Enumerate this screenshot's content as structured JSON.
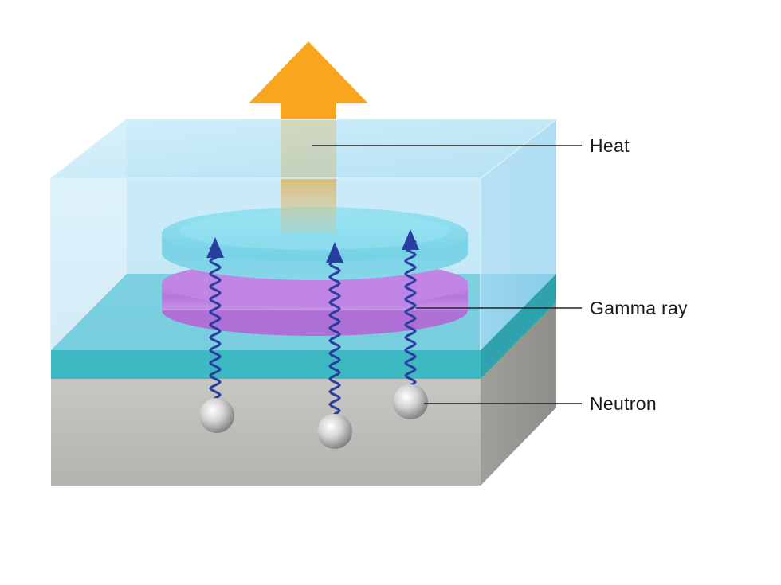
{
  "labels": {
    "heat": "Heat",
    "gamma_ray": "Gamma ray",
    "neutron": "Neutron"
  },
  "colors": {
    "heat_arrow": "#f7a21b",
    "water_block": "#a9dcf3",
    "cyan_layer": "#3fbfc8",
    "substrate": "#b8b8b4",
    "top_disc": "#5fd6e6",
    "bottom_disc": "#d02bd0",
    "gamma_wave": "#2a3ea0",
    "neutron": "#d8d8d8",
    "leader_line": "#222222"
  }
}
